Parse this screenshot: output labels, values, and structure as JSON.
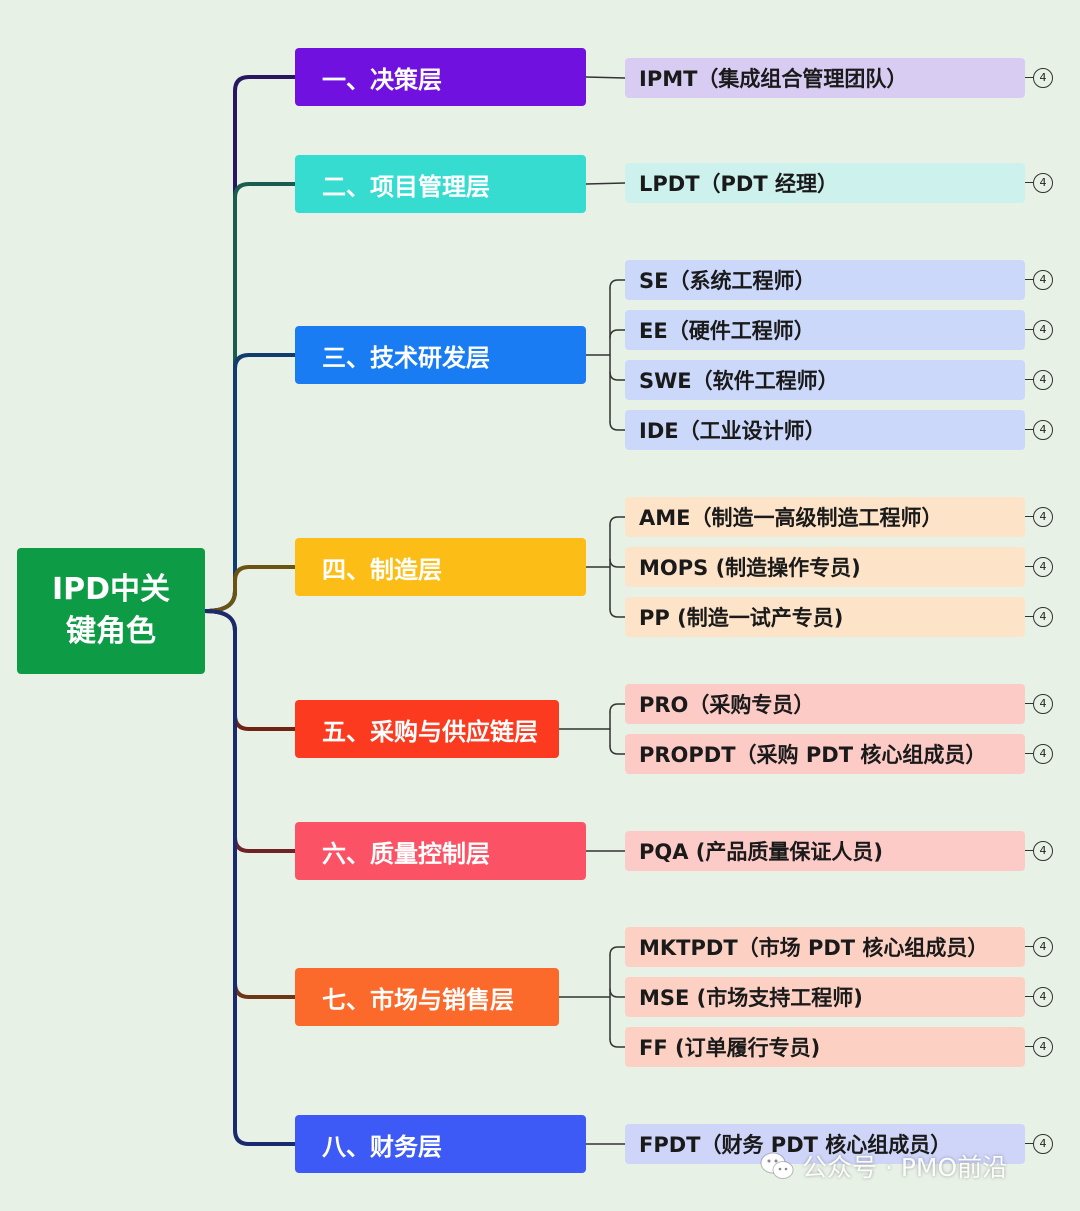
{
  "root": {
    "label": "IPD中关键角色",
    "color": "#0e9b45"
  },
  "layers": [
    {
      "label": "一、决策层",
      "color": "#7011e0",
      "line": "#2a1660",
      "roles": [
        {
          "label": "IPMT（集成组合管理团队）",
          "badge": "4"
        }
      ],
      "leaf_color": "#d9ccf3"
    },
    {
      "label": "二、项目管理层",
      "color": "#36dcd0",
      "line": "#1a5c4e",
      "roles": [
        {
          "label": "LPDT（PDT 经理）",
          "badge": "4"
        }
      ],
      "leaf_color": "#cdf2ee"
    },
    {
      "label": "三、技术研发层",
      "color": "#1a7cf2",
      "line": "#123b6e",
      "roles": [
        {
          "label": "SE（系统工程师）",
          "badge": "4"
        },
        {
          "label": "EE（硬件工程师）",
          "badge": "4"
        },
        {
          "label": "SWE（软件工程师）",
          "badge": "4"
        },
        {
          "label": "IDE（工业设计师）",
          "badge": "4"
        }
      ],
      "leaf_color": "#cbd8fa"
    },
    {
      "label": "四、制造层",
      "color": "#fbbd16",
      "line": "#6b5411",
      "roles": [
        {
          "label": "AME（制造一高级制造工程师）",
          "badge": "4"
        },
        {
          "label": "MOPS (制造操作专员)",
          "badge": "4"
        },
        {
          "label": "PP (制造一试产专员)",
          "badge": "4"
        }
      ],
      "leaf_color": "#fde3c8"
    },
    {
      "label": "五、采购与供应链层",
      "color": "#fb3a1f",
      "line": "#6e2314",
      "roles": [
        {
          "label": "PRO（采购专员）",
          "badge": "4"
        },
        {
          "label": "PROPDT（采购 PDT 核心组成员）",
          "badge": "4"
        }
      ],
      "leaf_color": "#fccbc6"
    },
    {
      "label": "六、质量控制层",
      "color": "#fb5365",
      "line": "#6e2326",
      "roles": [
        {
          "label": "PQA (产品质量保证人员)",
          "badge": "4"
        }
      ],
      "leaf_color": "#fccbc8"
    },
    {
      "label": "七、市场与销售层",
      "color": "#fb6a2b",
      "line": "#6e3517",
      "roles": [
        {
          "label": "MKTPDT（市场 PDT 核心组成员）",
          "badge": "4"
        },
        {
          "label": "MSE (市场支持工程师)",
          "badge": "4"
        },
        {
          "label": "FF (订单履行专员)",
          "badge": "4"
        }
      ],
      "leaf_color": "#fcd1c4"
    },
    {
      "label": "八、财务层",
      "color": "#3e5af6",
      "line": "#1a2a6e",
      "roles": [
        {
          "label": "FPDT（财务 PDT 核心组成员）",
          "badge": "4"
        }
      ],
      "leaf_color": "#cfd5f8"
    }
  ],
  "watermark": {
    "text": "公众号 · PMO前沿",
    "icon": "wechat-icon"
  }
}
